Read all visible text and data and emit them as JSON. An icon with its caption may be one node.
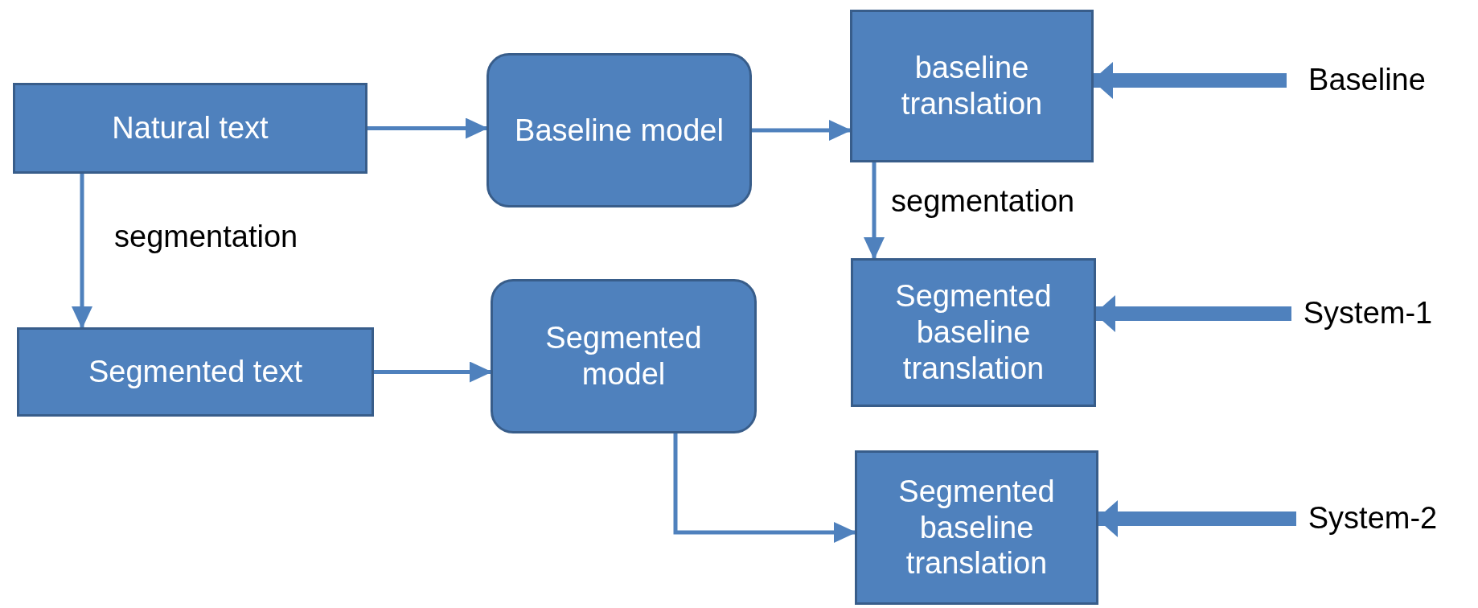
{
  "diagram": {
    "nodes": [
      {
        "text": [
          "Natural text"
        ]
      },
      {
        "text": [
          "Baseline model"
        ]
      },
      {
        "text": [
          "baseline translation"
        ]
      },
      {
        "text": [
          "Baseline"
        ]
      },
      {
        "text": [
          "Segmented text"
        ]
      },
      {
        "text": [
          "Segmented model"
        ]
      },
      {
        "text": [
          "Segmented baseline translation"
        ]
      },
      {
        "text": [
          "System-1"
        ]
      },
      {
        "text": [
          "Segmented baseline translation"
        ]
      },
      {
        "text": [
          "System-2"
        ]
      }
    ],
    "edges": [
      {
        "from": 0,
        "to": 1,
        "arrow": "to"
      },
      {
        "from": 1,
        "to": 2,
        "arrow": "to"
      },
      {
        "from": 3,
        "to": 2,
        "arrow": "to",
        "style": "thick"
      },
      {
        "from": 0,
        "to": 4,
        "arrow": "to",
        "label": "segmentation"
      },
      {
        "from": 2,
        "to": 6,
        "arrow": "to",
        "label": "segmentation"
      },
      {
        "from": 4,
        "to": 5,
        "arrow": "to"
      },
      {
        "from": 7,
        "to": 6,
        "arrow": "to",
        "style": "thick"
      },
      {
        "from": 5,
        "to": 8,
        "arrow": "to"
      },
      {
        "from": 9,
        "to": 8,
        "arrow": "to",
        "style": "thick"
      }
    ]
  }
}
